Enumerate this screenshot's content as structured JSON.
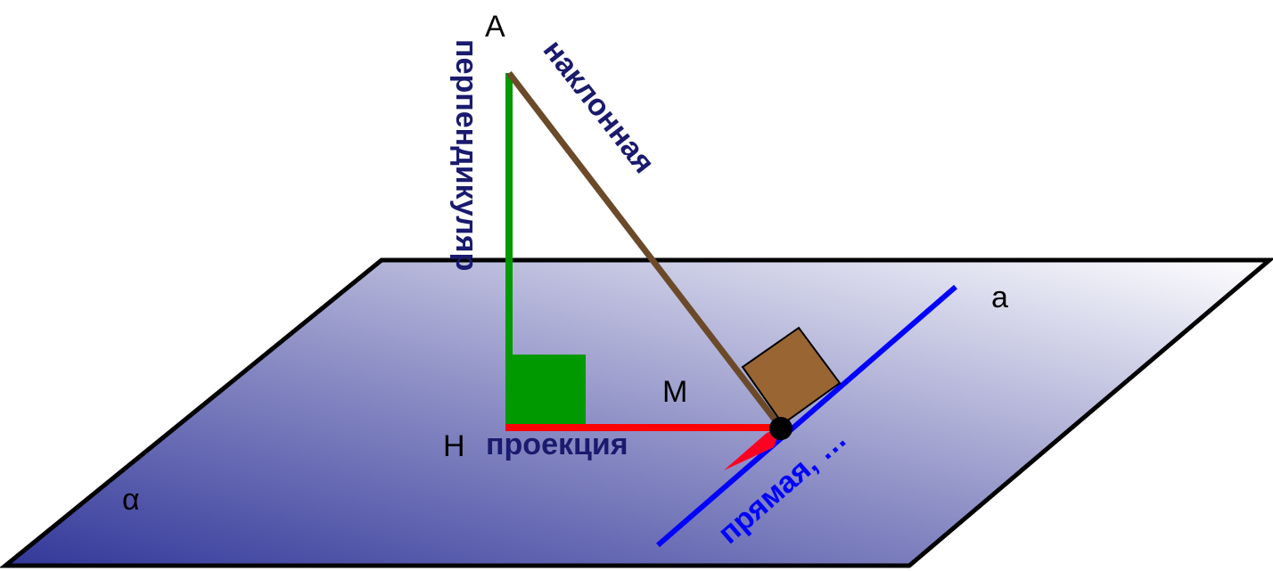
{
  "points": {
    "A": "A",
    "H": "H",
    "M": "M",
    "line_a": "a",
    "plane": "α"
  },
  "terms": {
    "perpendicular": "перпендикуляр",
    "oblique": "наклонная",
    "projection": "проекция",
    "line": "прямая, …"
  },
  "colors": {
    "plane_dark": "#3a3f9e",
    "plane_light": "#f2f2f8",
    "perpendicular": "#009900",
    "oblique": "#6b4a2a",
    "projection": "#ff0000",
    "line": "#0000ff",
    "right_angle_box": "#996633",
    "label_dark_blue": "#1a1a6e"
  }
}
